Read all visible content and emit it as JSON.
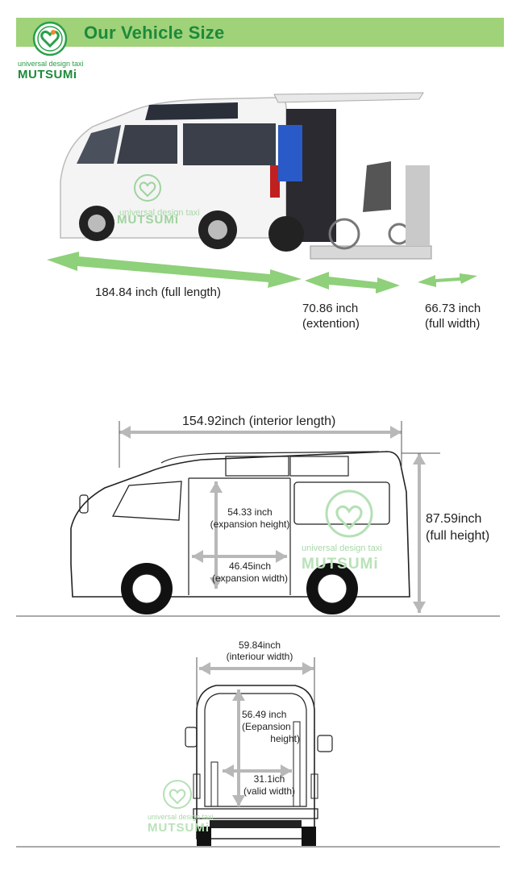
{
  "header": {
    "title": "Our Vehicle Size",
    "logo_tagline": "universal design taxi",
    "logo_name": "MUTSUMi"
  },
  "colors": {
    "banner": "#a0d27a",
    "brand_green": "#1c8a3a",
    "arrow_green": "#8fd07a",
    "arrow_gray": "#b8b8b8"
  },
  "photo_section": {
    "full_length": "184.84 inch (full length)",
    "extension_value": "70.86 inch",
    "extension_label": "(extention)",
    "full_width_value": "66.73 inch",
    "full_width_label": "(full width)"
  },
  "side_view": {
    "interior_length": "154.92inch (interior length)",
    "expansion_height_value": "54.33 inch",
    "expansion_height_label": "(expansion height)",
    "expansion_width_value": "46.45inch",
    "expansion_width_label": "(expansion width)",
    "full_height_value": "87.59inch",
    "full_height_label": "(full height)"
  },
  "rear_view": {
    "interior_width_value": "59.84inch",
    "interior_width_label": "(interiour width)",
    "expansion_height_value": "56.49 inch",
    "expansion_height_label1": "(Eepansion",
    "expansion_height_label2": "height)",
    "valid_width_value": "31.1ich",
    "valid_width_label": "(valid width)"
  }
}
